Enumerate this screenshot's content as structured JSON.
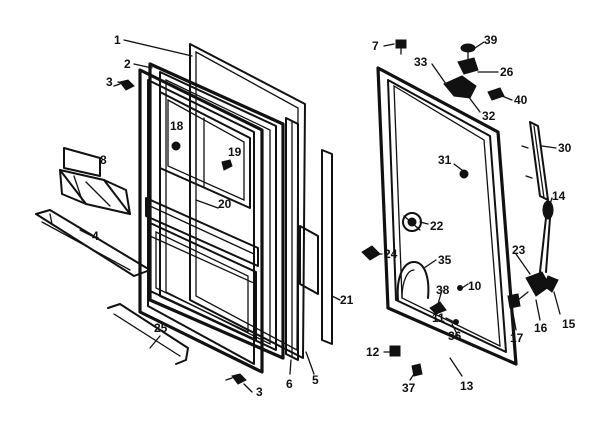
{
  "diagram": {
    "callouts": [
      {
        "id": "c1",
        "text": "1"
      },
      {
        "id": "c2",
        "text": "2"
      },
      {
        "id": "c3a",
        "text": "3"
      },
      {
        "id": "c18",
        "text": "18"
      },
      {
        "id": "c19",
        "text": "19"
      },
      {
        "id": "c20",
        "text": "20"
      },
      {
        "id": "c8",
        "text": "8"
      },
      {
        "id": "c4",
        "text": "4"
      },
      {
        "id": "c25",
        "text": "25"
      },
      {
        "id": "c3b",
        "text": "3"
      },
      {
        "id": "c6",
        "text": "6"
      },
      {
        "id": "c5",
        "text": "5"
      },
      {
        "id": "c21",
        "text": "21"
      },
      {
        "id": "c7",
        "text": "7"
      },
      {
        "id": "c33",
        "text": "33"
      },
      {
        "id": "c39",
        "text": "39"
      },
      {
        "id": "c26",
        "text": "26"
      },
      {
        "id": "c40",
        "text": "40"
      },
      {
        "id": "c32",
        "text": "32"
      },
      {
        "id": "c31",
        "text": "31"
      },
      {
        "id": "c30",
        "text": "30"
      },
      {
        "id": "c14",
        "text": "14"
      },
      {
        "id": "c22",
        "text": "22"
      },
      {
        "id": "c24",
        "text": "24"
      },
      {
        "id": "c35",
        "text": "35"
      },
      {
        "id": "c23",
        "text": "23"
      },
      {
        "id": "c10",
        "text": "10"
      },
      {
        "id": "c38",
        "text": "38"
      },
      {
        "id": "c11",
        "text": "11"
      },
      {
        "id": "c36",
        "text": "36"
      },
      {
        "id": "c16",
        "text": "16"
      },
      {
        "id": "c15",
        "text": "15"
      },
      {
        "id": "c17",
        "text": "17"
      },
      {
        "id": "c12",
        "text": "12"
      },
      {
        "id": "c37",
        "text": "37"
      },
      {
        "id": "c13",
        "text": "13"
      }
    ]
  }
}
